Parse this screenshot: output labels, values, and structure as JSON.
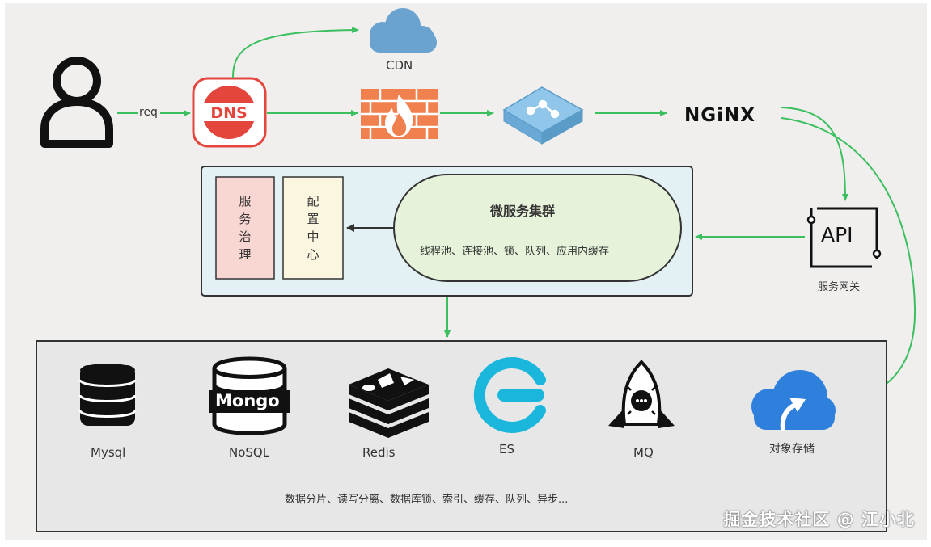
{
  "nodes": {
    "req_label": "req",
    "cdn_label": "CDN",
    "nginx_label": "NGiNX",
    "api_icon_text": "API",
    "api_label": "服务网关"
  },
  "cluster": {
    "governance": "服务治理",
    "config_center": "配置中心",
    "title": "微服务集群",
    "subtitle": "线程池、连接池、锁、队列、应用内缓存"
  },
  "storage": {
    "items": [
      {
        "label": "Mysql",
        "icon": "database-icon"
      },
      {
        "label": "NoSQL",
        "icon": "mongo-icon",
        "icon_text": "Mongo"
      },
      {
        "label": "Redis",
        "icon": "redis-icon"
      },
      {
        "label": "ES",
        "icon": "elasticsearch-icon"
      },
      {
        "label": "MQ",
        "icon": "rocketmq-icon"
      }
    ],
    "object_storage": "对象存储",
    "footer": "数据分片、读写分离、数据库锁、索引、缓存、队列、异步..."
  },
  "watermark": "掘金技术社区 @ 江小北",
  "colors": {
    "arrow": "#3bbf5f",
    "dns": "#e4453c",
    "firewall": "#f0804d",
    "cdn": "#6aa3cf",
    "loadbalancer": "#8fc6ea",
    "cloud": "#2f7fdc",
    "cluster_bg": "#e3f1f5",
    "pill_bg": "#e6f2d9",
    "governance_bg": "#f8d6d2",
    "config_bg": "#fbf6e0",
    "storage_bg": "#e7e7e7"
  }
}
